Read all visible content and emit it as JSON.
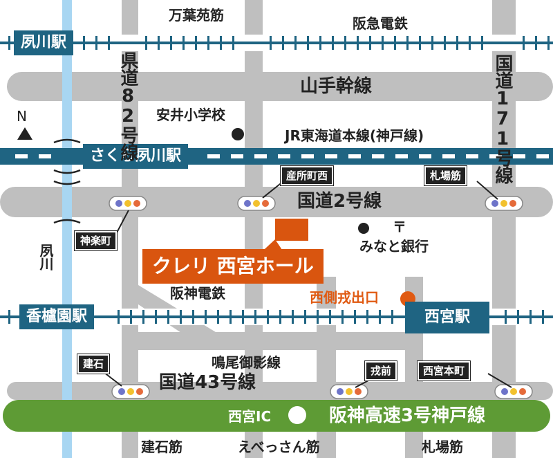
{
  "stations": {
    "shukugawa": "夙川駅",
    "sakura_shukugawa": "さくら夙川駅",
    "koroen": "香櫨園駅",
    "nishinomiya": "西宮駅"
  },
  "roads": {
    "manyoen_suji": "万葉苑筋",
    "yamate_kansen": "山手幹線",
    "kokudo2": "国道2号線",
    "kokudo43": "国道43号線",
    "hanshin_expressway": "阪神高速3号神戸線",
    "kendo82": "県道82号線",
    "kokudo171": "国道171号線",
    "naruo_mikage_sen": "鳴尾御影線",
    "kenshi_suji": "建石筋",
    "ebessan_suji": "えべっさん筋",
    "fudaba_suji": "札場筋"
  },
  "railways": {
    "hankyu": "阪急電鉄",
    "jr": "JR東海道本線(神戸線)",
    "hanshin": "阪神電鉄"
  },
  "intersections": {
    "sanshomachi_nishi": "産所町西",
    "fudaba_suji": "札場筋",
    "kaguracho": "神楽町",
    "kenshi": "建石",
    "ebisumae": "戎前",
    "nishinomiya_honmachi": "西宮本町"
  },
  "landmarks": {
    "school": "安井小学校",
    "bank": "みなと銀行",
    "exit": "西側戎出口",
    "ic": "西宮IC",
    "post_symbol": "〒"
  },
  "river": "夙川",
  "north": "N",
  "venue": "クレリ 西宮ホール",
  "colors": {
    "road": "#bfbfbf",
    "rail": "#1f6482",
    "river": "#a8d6f2",
    "expressway": "#5e9b35",
    "venue": "#d9550f",
    "exit": "#e05a12"
  }
}
